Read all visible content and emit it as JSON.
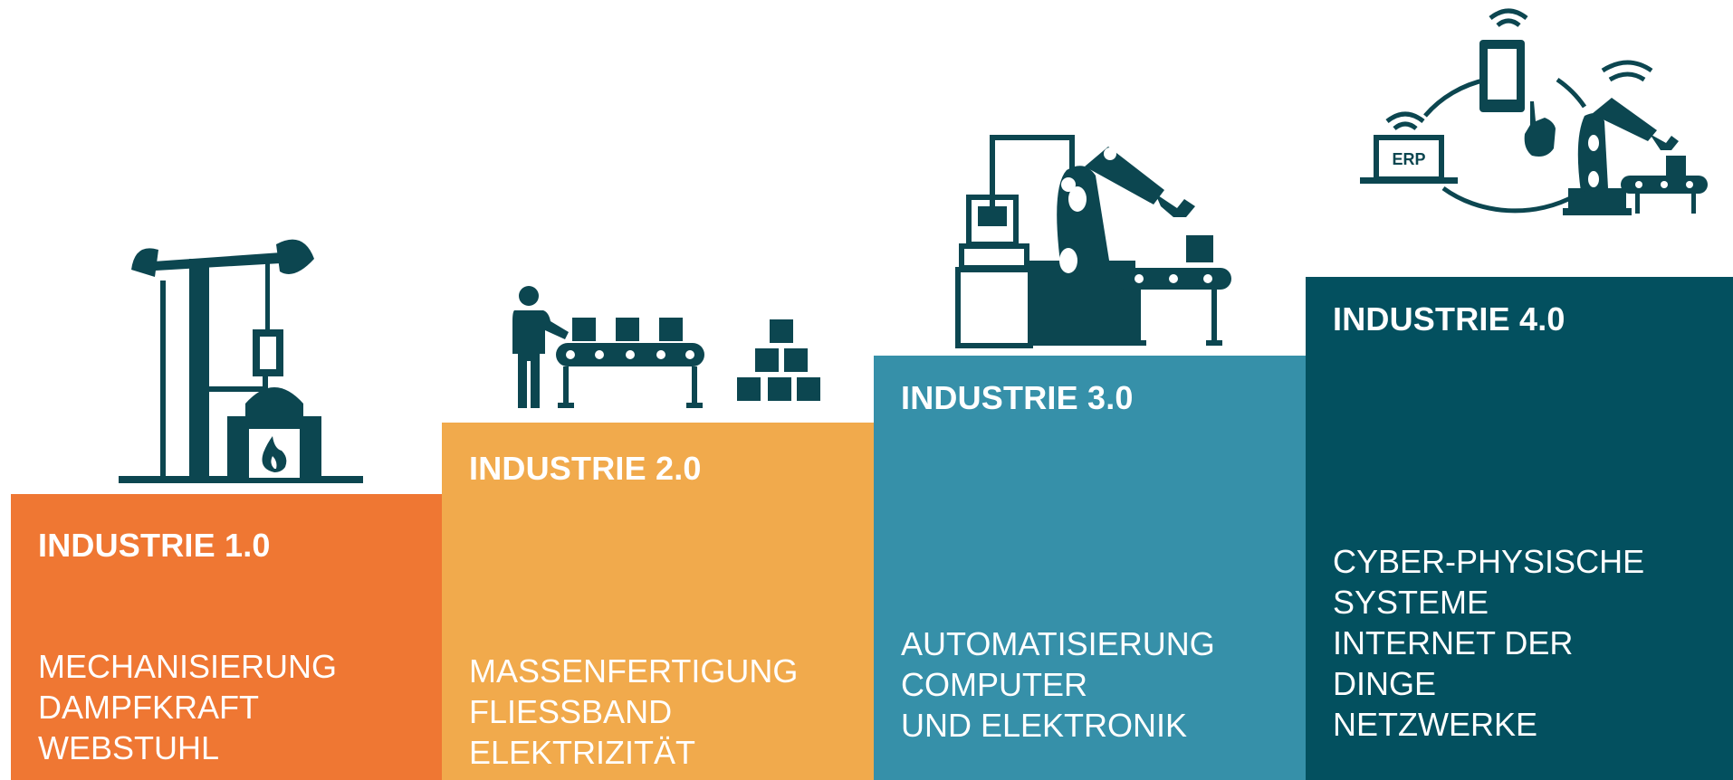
{
  "colors": {
    "stage1": "#EF7733",
    "stage2": "#F1AA4C",
    "stage3": "#3690A9",
    "stage4": "#03505F",
    "icon": "#0C4650"
  },
  "stages": [
    {
      "title": "INDUSTRIE 1.0",
      "lines": [
        "MECHANISIERUNG",
        "DAMPFKRAFT",
        "WEBSTUHL"
      ],
      "icon": "pump-jack-furnace-icon"
    },
    {
      "title": "INDUSTRIE 2.0",
      "lines": [
        "MASSENFERTIGUNG",
        "FLIESSBAND",
        "ELEKTRIZITÄT"
      ],
      "icon": "worker-conveyor-boxes-icon"
    },
    {
      "title": "INDUSTRIE 3.0",
      "lines": [
        "AUTOMATISIERUNG",
        "COMPUTER",
        "UND ELEKTRONIK"
      ],
      "icon": "robot-arm-computer-icon"
    },
    {
      "title": "INDUSTRIE 4.0",
      "lines": [
        "CYBER-PHYSISCHE",
        "SYSTEME",
        "INTERNET DER",
        "DINGE",
        "NETZWERKE"
      ],
      "icon": "cyber-physical-network-icon"
    }
  ],
  "erp_label": "ERP"
}
